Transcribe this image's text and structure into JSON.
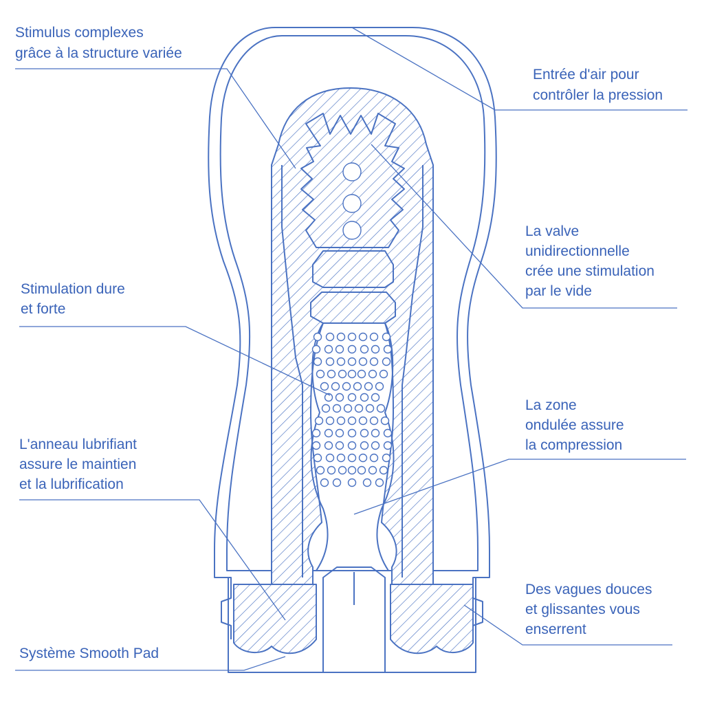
{
  "colors": {
    "line": "#4a72c2",
    "text": "#3a63b8",
    "background": "#ffffff"
  },
  "labels": {
    "stimulus": [
      "Stimulus complexes",
      "grâce à la structure variée"
    ],
    "air_inlet": [
      "Entrée d'air pour",
      "contrôler la pression"
    ],
    "valve": [
      "La valve",
      "unidirectionnelle",
      "crée une stimulation",
      "par le vide"
    ],
    "hard_stimulation": [
      "Stimulation dure",
      "et forte"
    ],
    "wave_zone": [
      "La zone",
      "ondulée assure",
      "la compression"
    ],
    "lubricant_ring": [
      "L'anneau lubrifiant",
      "assure le maintien",
      "et la lubrification"
    ],
    "soft_waves": [
      "Des vagues douces",
      "et glissantes vous",
      "enserrent"
    ],
    "smooth_pad": [
      "Système Smooth Pad"
    ]
  }
}
